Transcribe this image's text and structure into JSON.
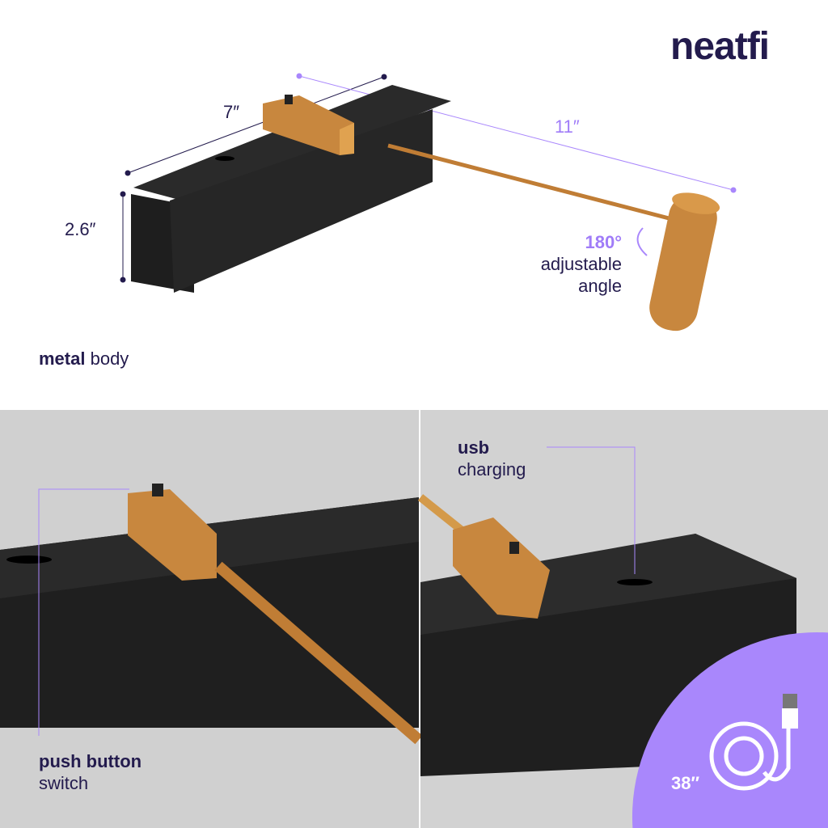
{
  "brand": {
    "logo": "neatfi"
  },
  "dimensions": {
    "width": "7″",
    "length": "11″",
    "height": "2.6″"
  },
  "angle": {
    "value": "180°",
    "line1": "adjustable",
    "line2": "angle"
  },
  "body": {
    "bold": "metal",
    "rest": " body"
  },
  "push_button": {
    "bold": "push button",
    "rest": "switch"
  },
  "usb": {
    "bold": "usb",
    "rest": "charging"
  },
  "cable": {
    "length": "38″"
  },
  "colors": {
    "accent": "#a987fc",
    "navy": "#231b4d",
    "brass": "#c8873e",
    "body": "#232323"
  }
}
